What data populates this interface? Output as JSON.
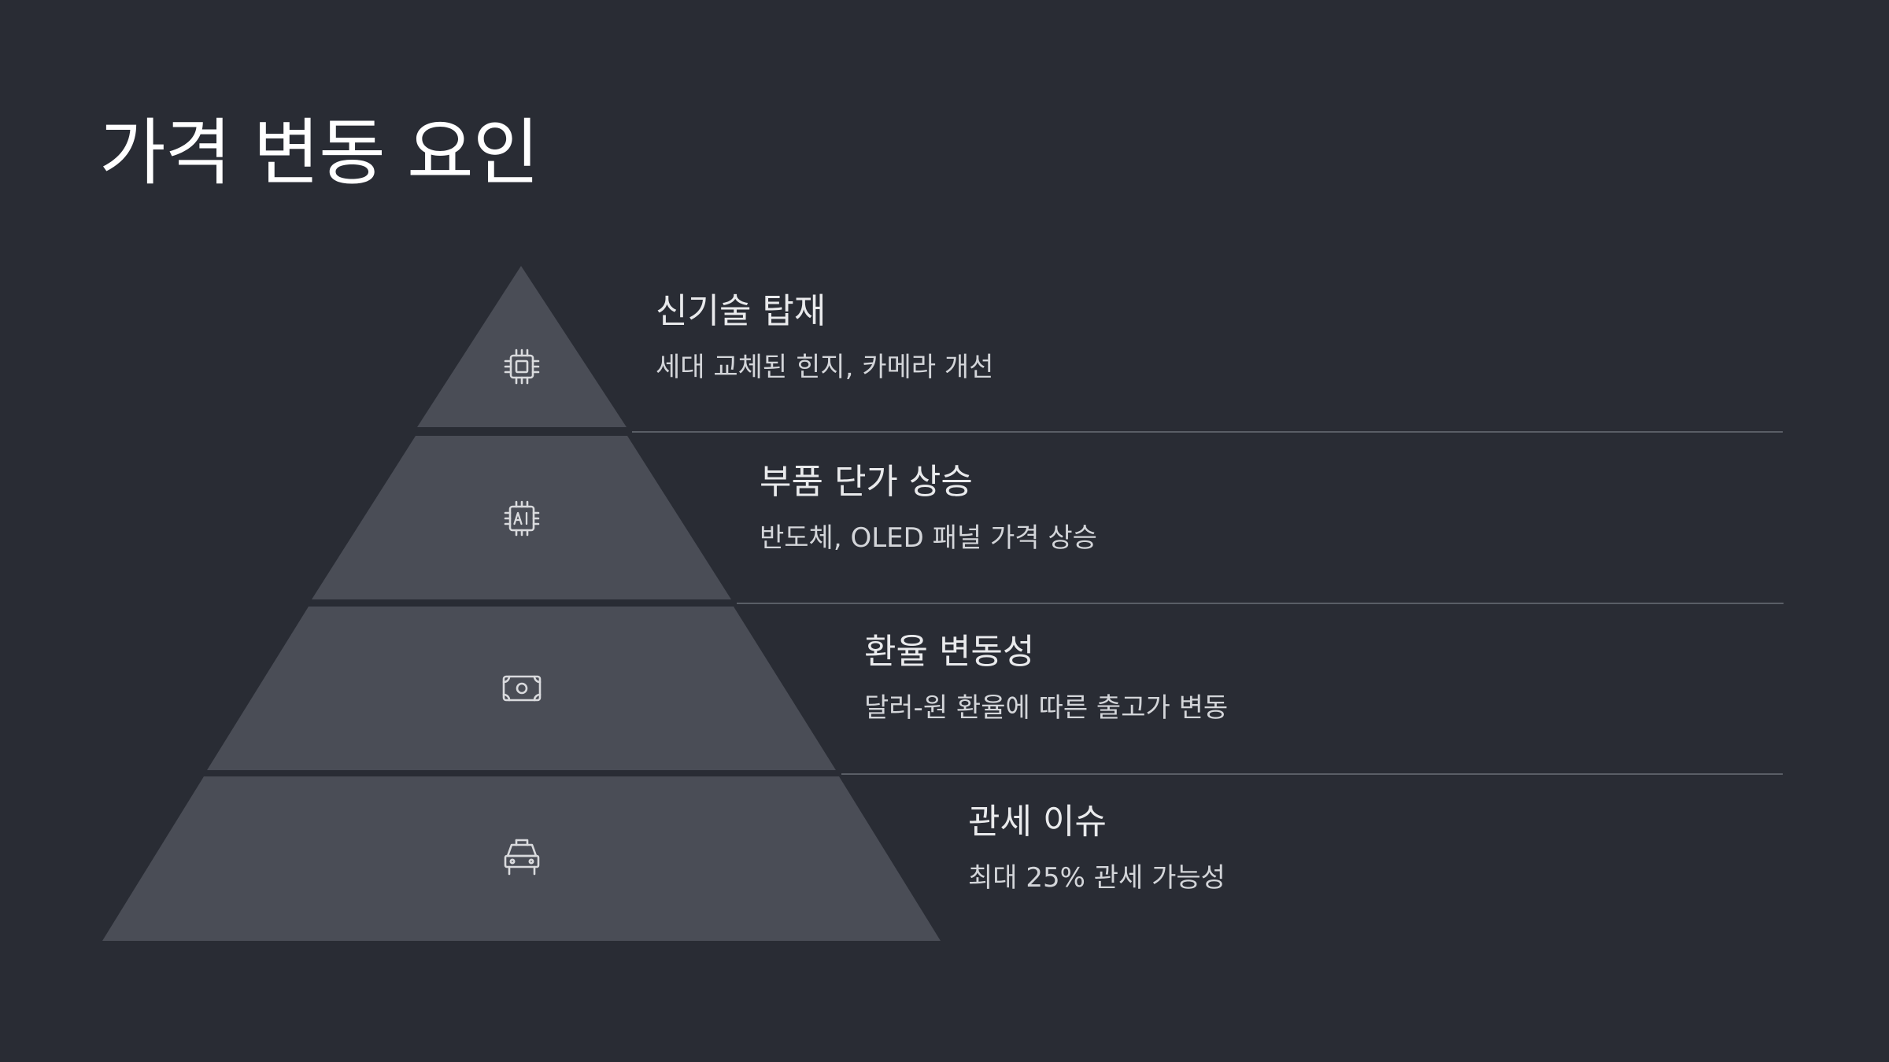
{
  "slide": {
    "title": "가격 변동 요인",
    "colors": {
      "background": "#292c34",
      "pyramid_fill": "#4a4d56",
      "divider": "#5a5e66",
      "text": "#e9eaec"
    }
  },
  "levels": [
    {
      "icon": "chip-icon",
      "title": "신기술 탑재",
      "description": "세대 교체된 힌지, 카메라 개선"
    },
    {
      "icon": "ai-chip-icon",
      "title": "부품 단가 상승",
      "description": "반도체, OLED 패널 가격 상승"
    },
    {
      "icon": "banknote-icon",
      "title": "환율 변동성",
      "description": "달러-원 환율에 따른 출고가 변동"
    },
    {
      "icon": "taxi-icon",
      "title": "관세 이슈",
      "description": "최대 25% 관세 가능성"
    }
  ]
}
